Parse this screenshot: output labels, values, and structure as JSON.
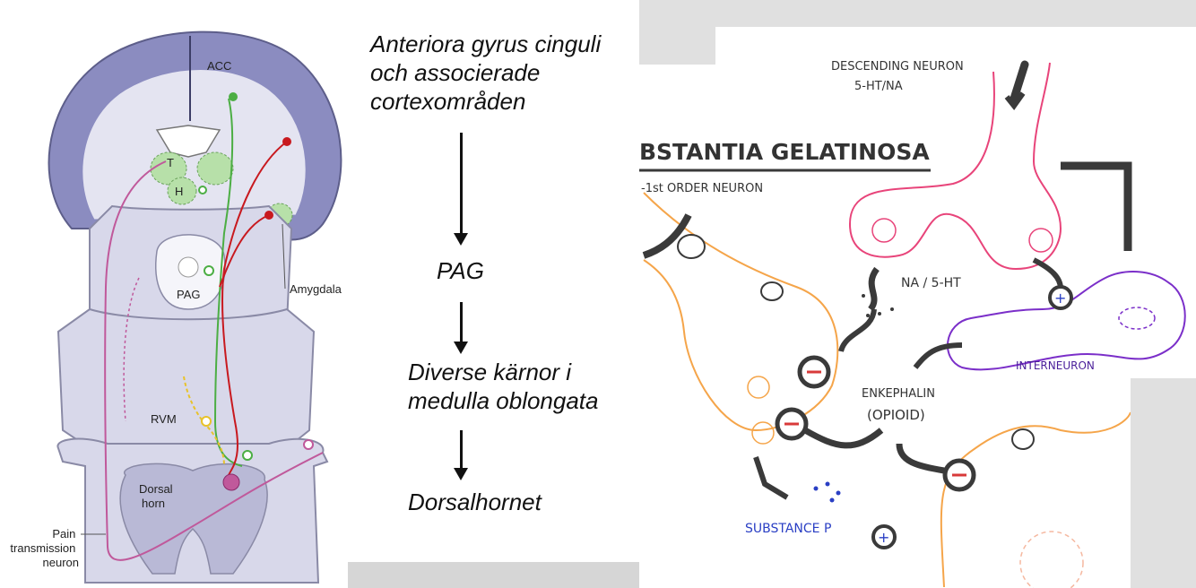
{
  "left_diagram": {
    "labels": {
      "acc": "ACC",
      "t": "T",
      "h": "H",
      "pag": "PAG",
      "amygdala": "Amygdala",
      "rvm": "RVM",
      "dorsal_horn": "Dorsal\nhorn",
      "pain_neuron": "Pain\ntransmission\nneuron"
    }
  },
  "flow": {
    "step1": "Anteriora gyrus cinguli\noch associerade\ncortexområden",
    "step2": "PAG",
    "step3": "Diverse kärnor i\nmedulla oblongata",
    "step4": "Dorsalhornet"
  },
  "right_drawing": {
    "labels": {
      "descending": "DESCENDING NEURON",
      "neurotransmitters": "5-HT/NA",
      "substantia": "BSTANTIA GELATINOSA",
      "first_order": "-1st ORDER NEURON",
      "na_5ht": "NA / 5-HT",
      "interneuron": "INTERNEURON",
      "enkephalin": "ENKEPHALIN",
      "opioid": "(OPIOID)",
      "substance_p": "SUBSTANCE P"
    },
    "colors": {
      "pink": "#e8447a",
      "orange": "#f5a54a",
      "purple": "#7b2fc9",
      "red_sign": "#d83a3a",
      "blue": "#2a3fc4",
      "dark": "#3a3a3a"
    }
  }
}
